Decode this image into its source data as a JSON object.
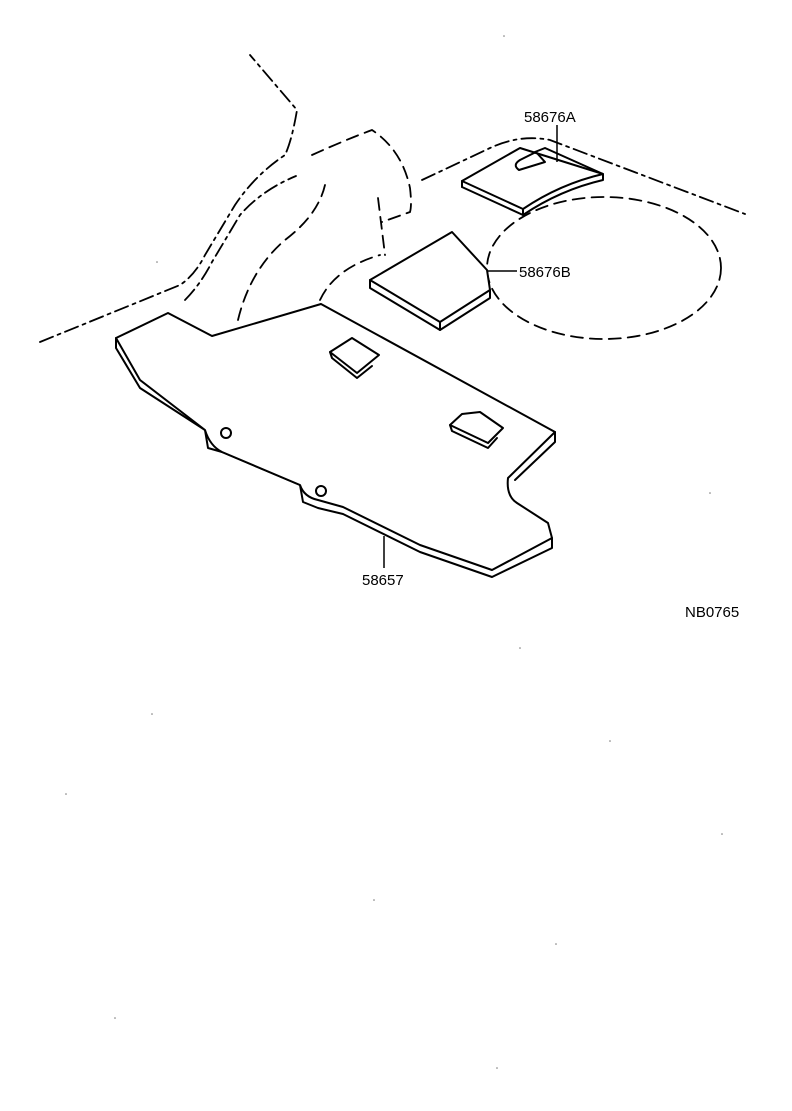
{
  "diagram": {
    "parts": [
      {
        "id": "part-58676a",
        "label": "58676A"
      },
      {
        "id": "part-58676b",
        "label": "58676B"
      },
      {
        "id": "part-58657",
        "label": "58657"
      }
    ],
    "reference_code": "NB0765"
  }
}
